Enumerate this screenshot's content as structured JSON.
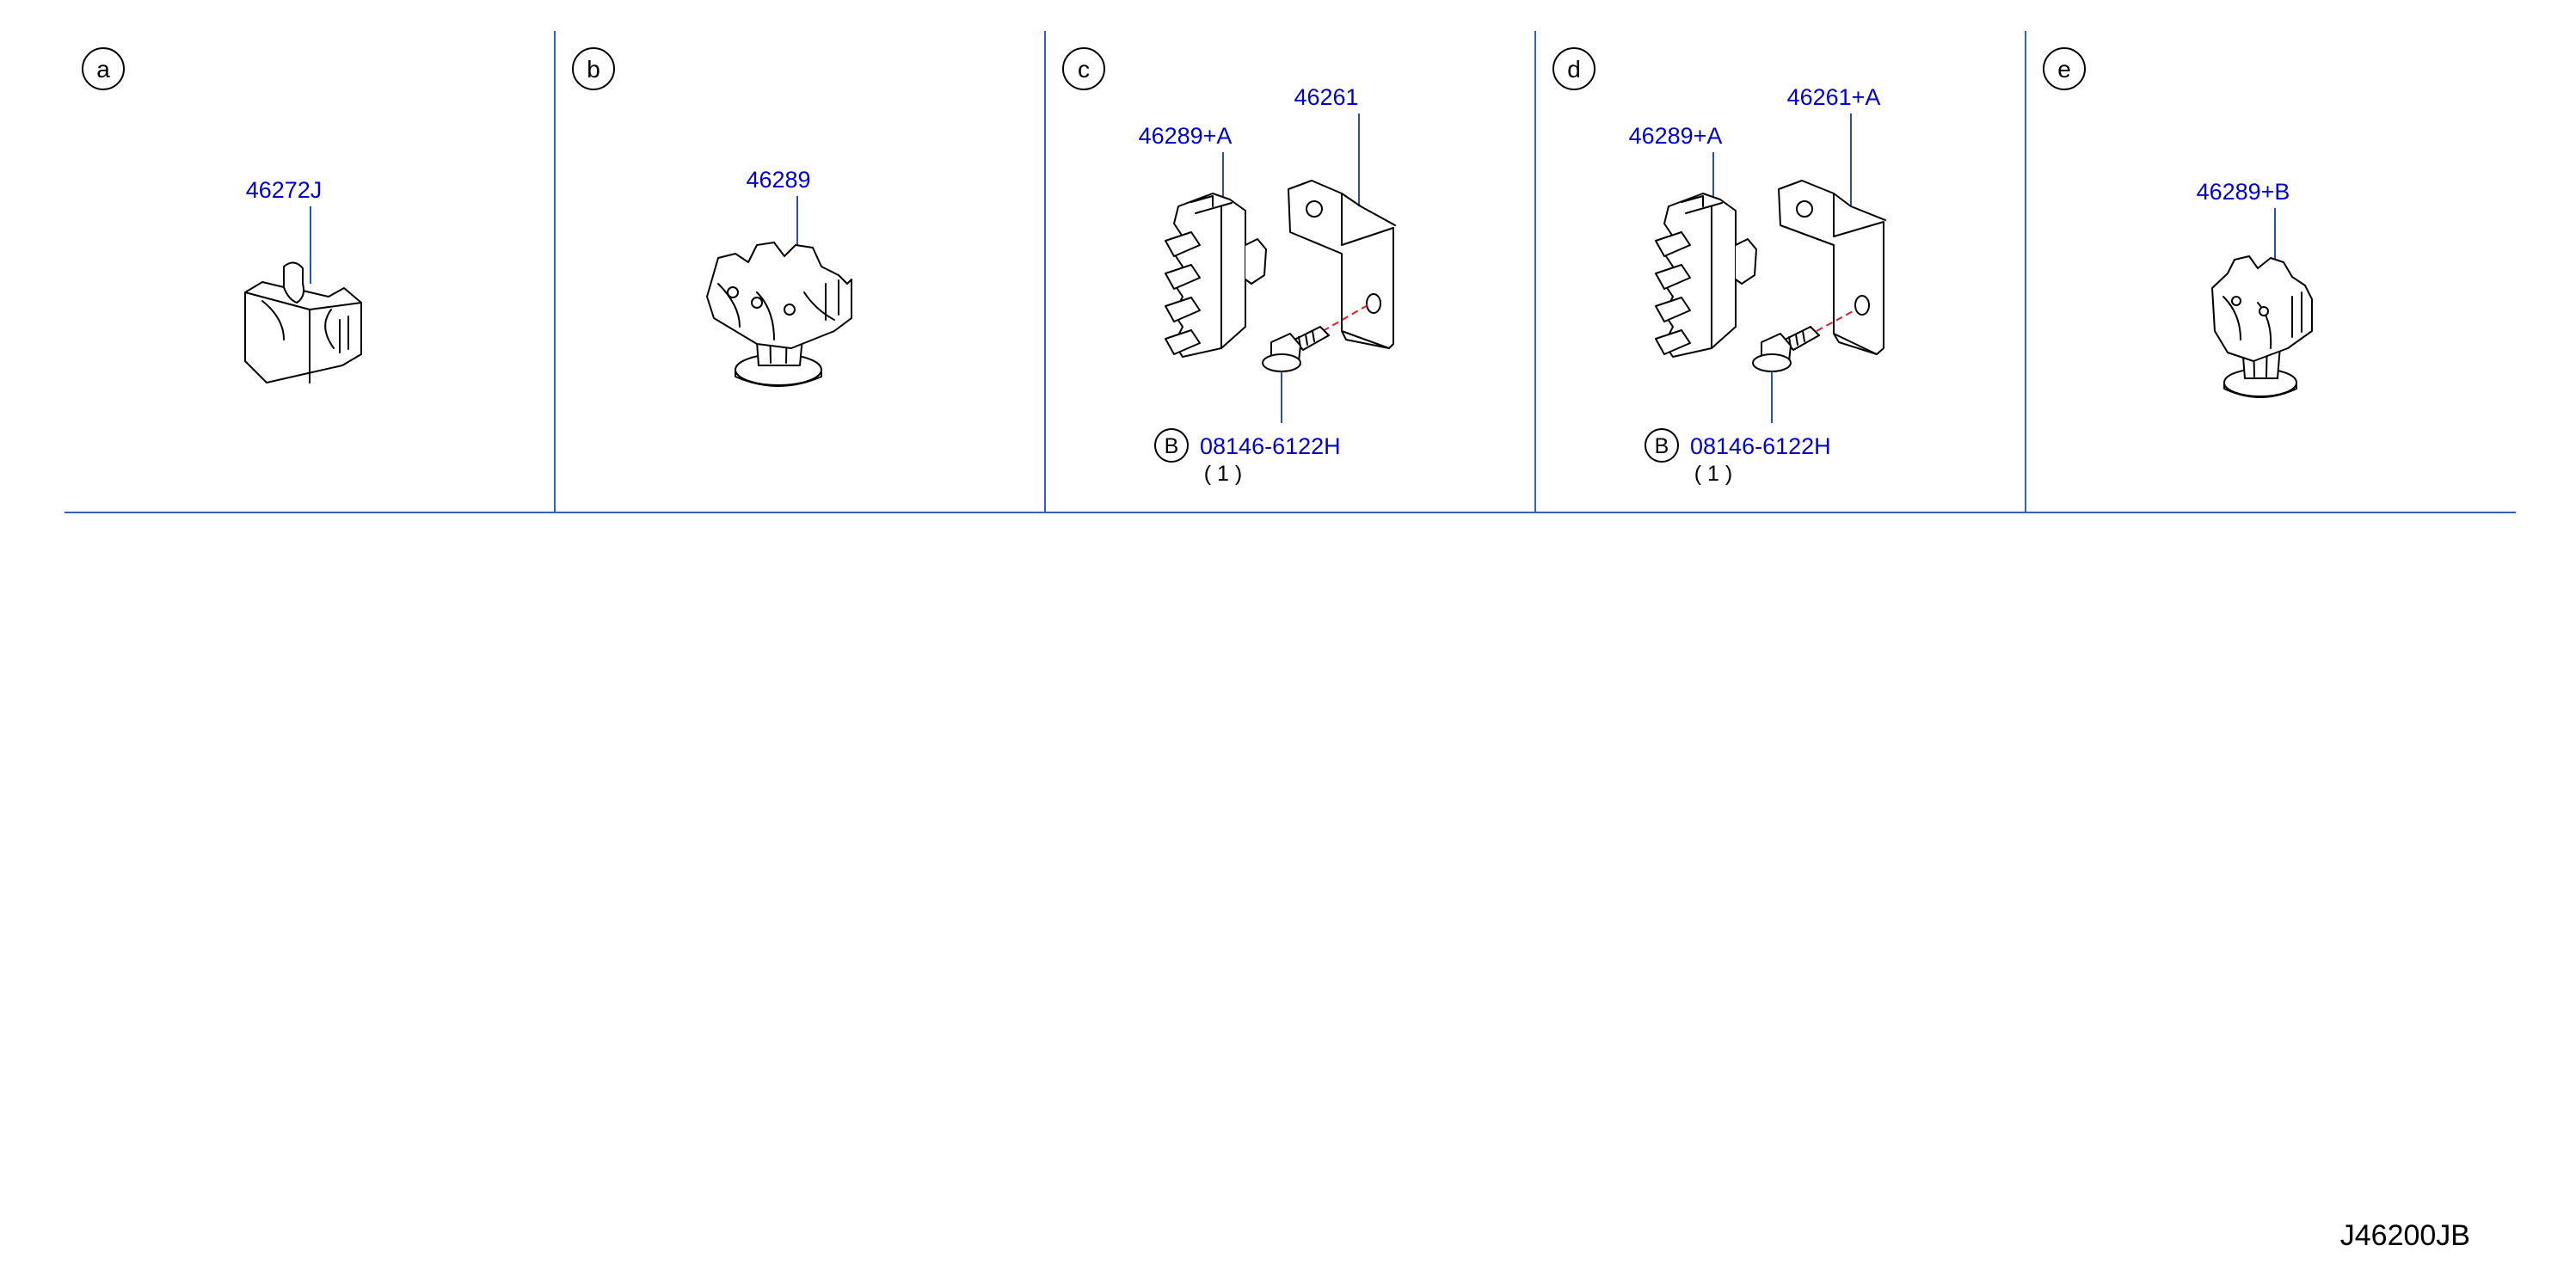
{
  "panels": [
    {
      "letter": "a",
      "parts": [
        {
          "number": "46272J"
        }
      ]
    },
    {
      "letter": "b",
      "parts": [
        {
          "number": "46289"
        }
      ]
    },
    {
      "letter": "c",
      "parts": [
        {
          "number": "46289+A"
        },
        {
          "number": "46261"
        },
        {
          "number": "08146-6122H",
          "marker": "B",
          "quantity": "( 1 )"
        }
      ]
    },
    {
      "letter": "d",
      "parts": [
        {
          "number": "46289+A"
        },
        {
          "number": "46261+A"
        },
        {
          "number": "08146-6122H",
          "marker": "B",
          "quantity": "( 1 )"
        }
      ]
    },
    {
      "letter": "e",
      "parts": [
        {
          "number": "46289+B"
        }
      ]
    }
  ],
  "reference_code": "J46200JB",
  "colors": {
    "label": "#0000cc",
    "leader": "#2a4fb0",
    "divider": "#3a5fb8",
    "centerline": "#d92020"
  }
}
